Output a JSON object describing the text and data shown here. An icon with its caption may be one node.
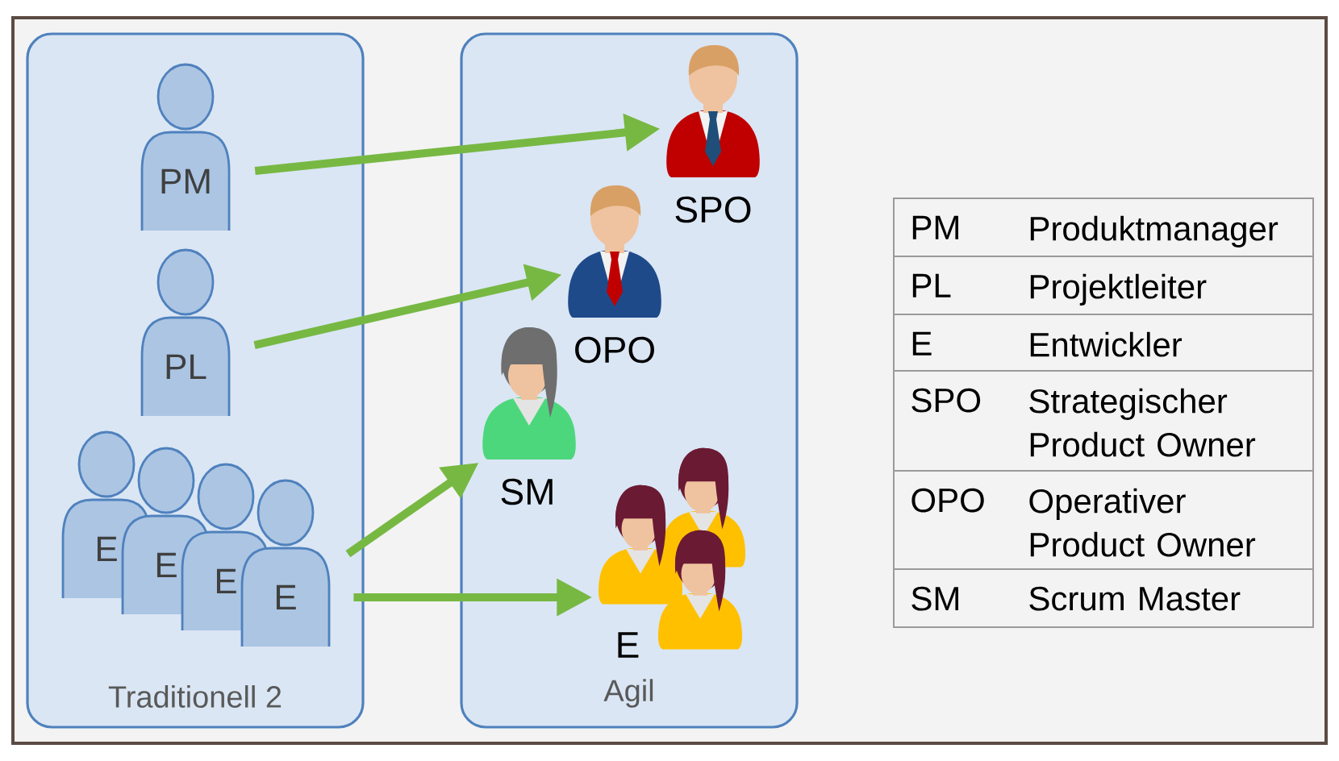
{
  "diagram": {
    "nodes": [
      {
        "text": [
          "Traditionell 2"
        ]
      },
      {
        "text": [
          "PM"
        ],
        "in": 0
      },
      {
        "text": [
          "PL"
        ],
        "in": 0
      },
      {
        "text": [
          "E"
        ],
        "in": 0
      },
      {
        "text": [
          "E"
        ],
        "in": 0
      },
      {
        "text": [
          "E"
        ],
        "in": 0
      },
      {
        "text": [
          "E"
        ],
        "in": 0
      },
      {
        "text": [
          "Agil"
        ]
      },
      {
        "text": [
          "SPO"
        ],
        "in": 7
      },
      {
        "text": [
          "OPO"
        ],
        "in": 7
      },
      {
        "text": [
          "SM"
        ],
        "in": 7
      },
      {
        "text": [
          "E"
        ],
        "in": 7
      }
    ],
    "edges": [
      {
        "from": 1,
        "to": 8,
        "arrow": "to"
      },
      {
        "from": 2,
        "to": 9,
        "arrow": "to"
      },
      {
        "from": 6,
        "to": 10,
        "arrow": "to"
      },
      {
        "from": 6,
        "to": 11,
        "arrow": "to"
      }
    ],
    "labels": [
      "PM",
      "Produktmanager",
      "PL",
      "Projektleiter",
      "E",
      "Entwickler",
      "SPO",
      "Strategischer Product Owner",
      "OPO",
      "Operativer Product Owner",
      "SM",
      "Scrum Master"
    ]
  }
}
